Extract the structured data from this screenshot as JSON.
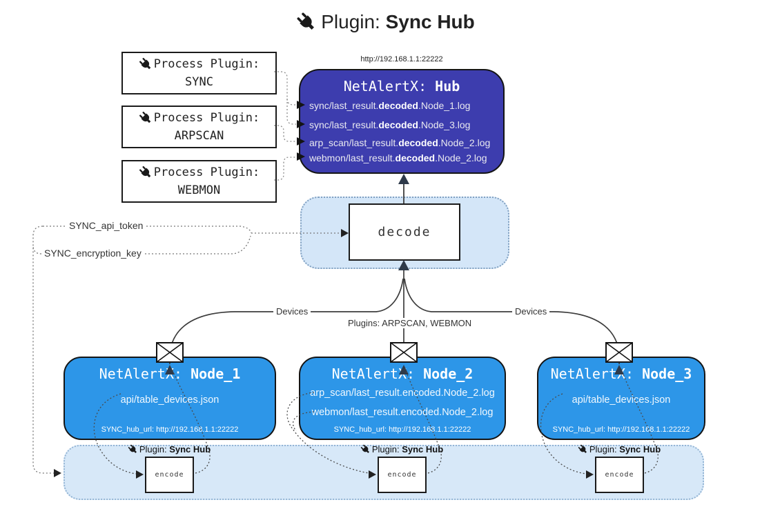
{
  "title": {
    "prefix": "Plugin: ",
    "bold": "Sync Hub"
  },
  "process_plugins": [
    {
      "label": "Process Plugin:",
      "name": "SYNC"
    },
    {
      "label": "Process Plugin:",
      "name": "ARPSCAN"
    },
    {
      "label": "Process Plugin:",
      "name": "WEBMON"
    }
  ],
  "hub": {
    "url_label": "http://192.168.1.1:22222",
    "title_prefix": "NetAlertX: ",
    "title_bold": "Hub",
    "files": [
      {
        "pre": "sync/last_result.",
        "bold": "decoded",
        "post": ".Node_1.log"
      },
      {
        "pre": "sync/last_result.",
        "bold": "decoded",
        "post": ".Node_3.log"
      },
      {
        "pre": "arp_scan/last_result.",
        "bold": "decoded",
        "post": ".Node_2.log"
      },
      {
        "pre": "webmon/last_result.",
        "bold": "decoded",
        "post": ".Node_2.log"
      }
    ]
  },
  "decode_label": "decode",
  "tokens": {
    "api_token": "SYNC_api_token",
    "encryption_key": "SYNC_encryption_key"
  },
  "edge_labels": {
    "devices_left": "Devices",
    "plugins_mid": "Plugins: ARPSCAN, WEBMON",
    "devices_right": "Devices"
  },
  "nodes": [
    {
      "title_prefix": "NetAlertX: ",
      "title_bold": "Node_1",
      "files": [
        "api/table_devices.json"
      ],
      "hub_url": "SYNC_hub_url: http://192.168.1.1:22222"
    },
    {
      "title_prefix": "NetAlertX: ",
      "title_bold": "Node_2",
      "files": [
        "arp_scan/last_result.encoded.Node_2.log",
        "webmon/last_result.encoded.Node_2.log"
      ],
      "hub_url": "SYNC_hub_url: http://192.168.1.1:22222"
    },
    {
      "title_prefix": "NetAlertX: ",
      "title_bold": "Node_3",
      "files": [
        "api/table_devices.json"
      ],
      "hub_url": "SYNC_hub_url: http://192.168.1.1:22222"
    }
  ],
  "encode": {
    "plugin_prefix": "Plugin: ",
    "plugin_bold": "Sync Hub",
    "label": "encode"
  },
  "colors": {
    "hub_fill": "#3d3dae",
    "node_fill": "#2d96e8",
    "band_fill": "#d7e8f8",
    "decode_container_fill": "#d4e6f8",
    "arrow_dark": "#2e3a4a",
    "line_solid": "#3c3c3c"
  }
}
